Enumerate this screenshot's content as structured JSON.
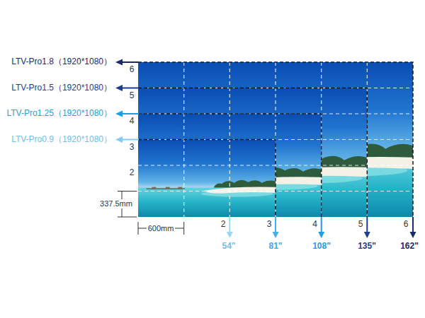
{
  "diagram": {
    "labels": [
      "LTV-Pro1.8（1920*1080）",
      "6",
      "LTV-Pro1.5（1920*1080）",
      "5",
      "LTV-Pro1.25（1920*1080）",
      "4",
      "LTV-Pro0.9（1920*1080）",
      "3",
      "2",
      "337.5mm",
      "600mm",
      "2",
      "3",
      "4",
      "5",
      "6",
      "54\"",
      "81\"",
      "108\"",
      "135\"",
      "162\""
    ]
  }
}
